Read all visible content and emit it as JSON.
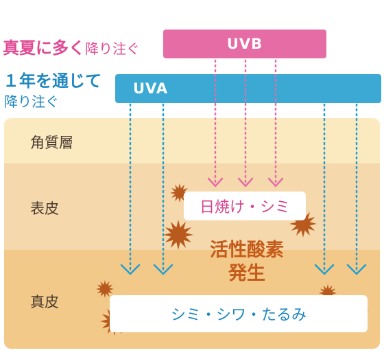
{
  "headings": {
    "uvb_main": "真夏に多く",
    "uvb_sub": "降り注ぐ",
    "uva_main": "１年を通じて",
    "uva_sub": "降り注ぐ"
  },
  "rays": {
    "uvb_label": "UVB",
    "uva_label": "UVA",
    "uvb_color": "#e66ca6",
    "uva_color": "#3ba9d4"
  },
  "layers": [
    {
      "label": "角質層",
      "color": "#fbeac0"
    },
    {
      "label": "表皮",
      "color": "#f5d9ad"
    },
    {
      "label": "真皮",
      "color": "#f3c98a"
    }
  ],
  "effects": {
    "sunburn": "日焼け・シミ",
    "ros_line1": "活性酸素",
    "ros_line2": "発生",
    "aging": "シミ・シワ・たるみ",
    "burst_color": "#b85a1e"
  }
}
